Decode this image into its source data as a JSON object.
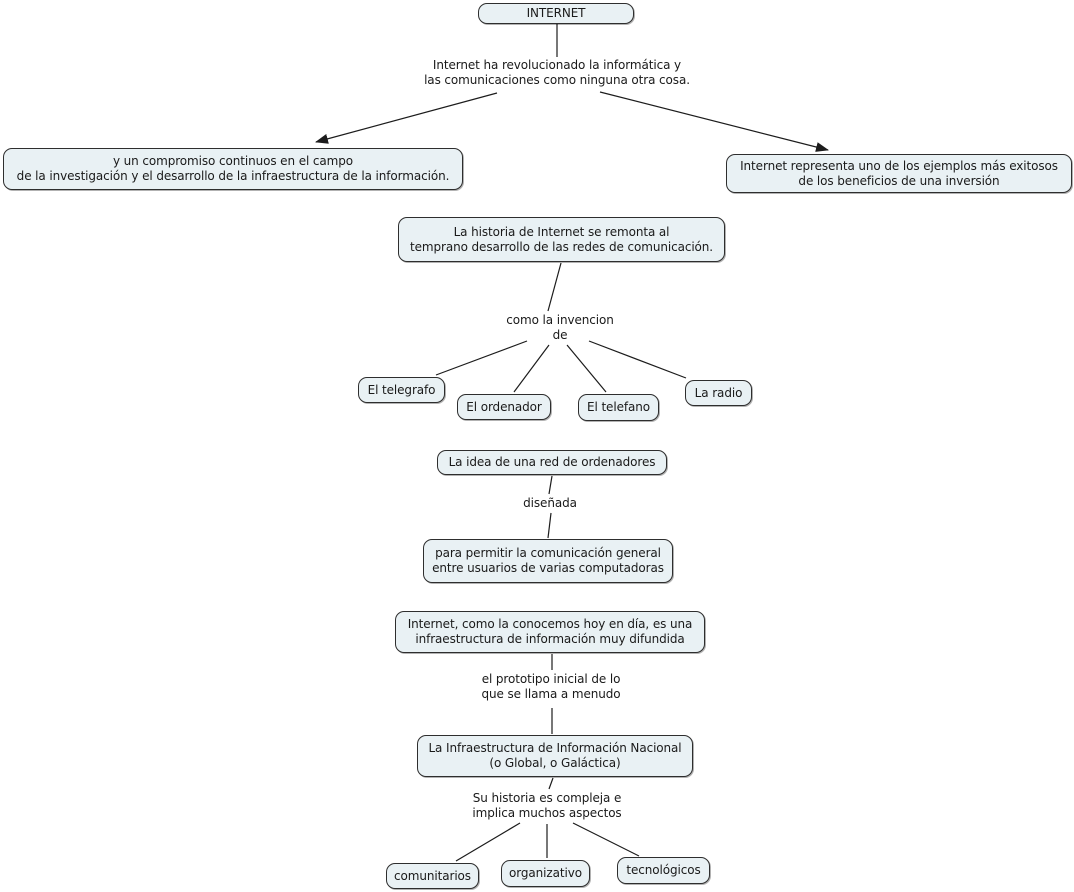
{
  "colors": {
    "background": "#ffffff",
    "node_fill": "#e9f1f4",
    "node_border": "#2e2e2e",
    "connector": "#1c1c1c",
    "text": "#1a1a1a"
  },
  "nodes": {
    "internet": {
      "label": "INTERNET"
    },
    "compromiso": {
      "label": "y un compromiso continuos en el campo\nde la investigación y el desarrollo de la infraestructura de la información."
    },
    "representa": {
      "label": "Internet representa uno de los ejemplos más exitosos\nde los beneficios de una inversión"
    },
    "historia": {
      "label": "La historia de Internet se remonta al\ntemprano desarrollo de las redes de comunicación."
    },
    "telegrafo": {
      "label": "El telegrafo"
    },
    "ordenador": {
      "label": "El ordenador"
    },
    "telefano": {
      "label": "El telefano"
    },
    "radio": {
      "label": "La radio"
    },
    "idea": {
      "label": "La idea de una red de ordenadores"
    },
    "permitir": {
      "label": "para permitir la comunicación general\nentre usuarios de varias computadoras"
    },
    "internet_hoy": {
      "label": "Internet, como la conocemos hoy en día, es una\ninfraestructura de información muy difundida"
    },
    "infraestructura": {
      "label": "La Infraestructura de Información Nacional\n(o Global, o Galáctica)"
    },
    "comunitarios": {
      "label": "comunitarios"
    },
    "organizativo": {
      "label": "organizativo"
    },
    "tecnologicos": {
      "label": "tecnológicos"
    }
  },
  "phrases": {
    "revolucionado": {
      "label": "Internet ha revolucionado la informática y\nlas comunicaciones como ninguna otra cosa."
    },
    "invencion": {
      "label": "como la invencion\nde"
    },
    "disenada": {
      "label": "diseñada"
    },
    "prototipo": {
      "label": "el prototipo inicial de lo\nque se llama a menudo"
    },
    "su_historia": {
      "label": "Su historia es compleja e\nimplica muchos aspectos"
    }
  }
}
